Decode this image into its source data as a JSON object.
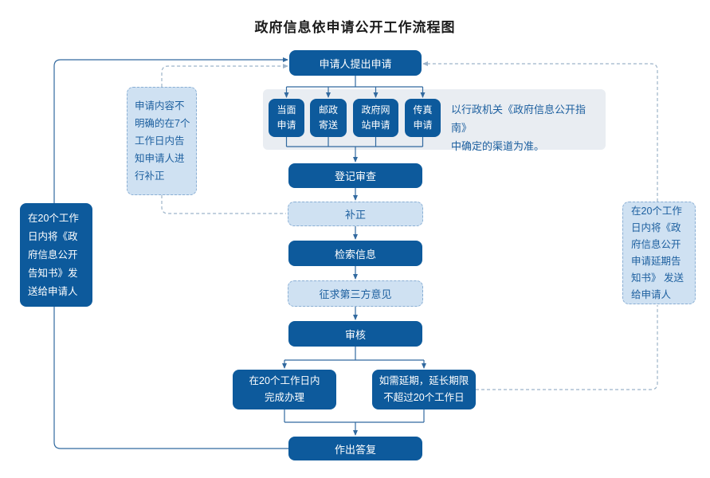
{
  "title": "政府信息依申请公开工作流程图",
  "colors": {
    "primary_dark": "#0d5a9c",
    "light_fill": "#cfe1f2",
    "dashed_border": "#8aafd4",
    "note_text": "#1c5f9f",
    "panel_bg": "#e9edf2",
    "solid_line": "#31699f",
    "dashed_line": "#9cb3c9"
  },
  "flow": {
    "apply": "申请人提出申请",
    "channels": [
      {
        "label": "当面\n申请"
      },
      {
        "label": "邮政\n寄送"
      },
      {
        "label": "政府网\n站申请"
      },
      {
        "label": "传真\n申请"
      }
    ],
    "channel_note": "以行政机关《政府信息公开指南》\n中确定的渠道为准。",
    "register": "登记审查",
    "supplement": "补正",
    "search_info": "检索信息",
    "third_party": "征求第三方意见",
    "review": "审核",
    "complete": "在20个工作日内\n完成办理",
    "extend": "如需延期，延长期限\n不超过20个工作日",
    "reply": "作出答复"
  },
  "side_notes": {
    "left_notice": "在20个工作\n日内将《政\n府信息公开\n告知书》发\n送给申请人",
    "left_correction": "申请内容不\n明确的在7个\n工作日内告\n知申请人进\n行补正",
    "right_extension": "在20个工作\n日内将《政\n府信息公开\n申请延期告\n知书》 发送\n给申请人"
  }
}
